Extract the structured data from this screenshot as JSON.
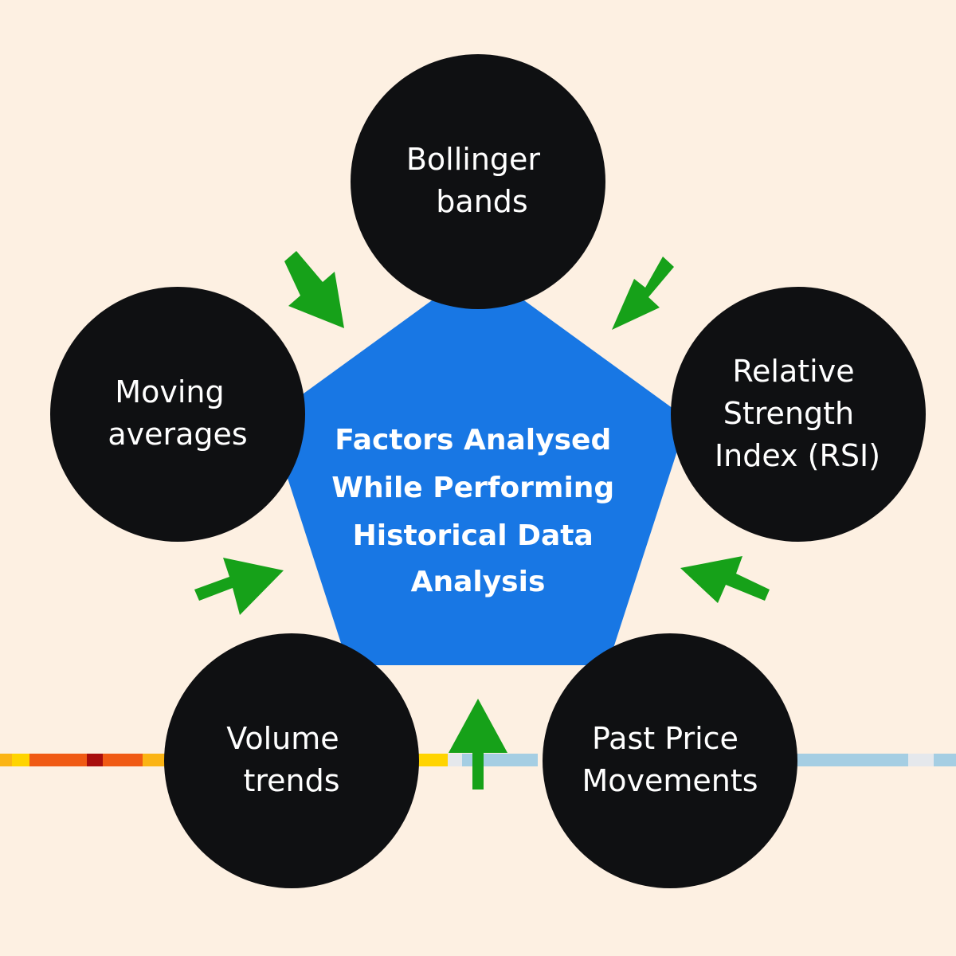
{
  "center": {
    "lines": [
      "Factors Analysed",
      "While Performing",
      "Historical Data",
      "Analysis"
    ],
    "color": "#1877e4"
  },
  "nodes": [
    {
      "id": "bollinger-bands",
      "lines": [
        "Bollinger",
        "bands"
      ]
    },
    {
      "id": "rsi",
      "lines": [
        "Relative",
        "Strength",
        "Index (RSI)"
      ]
    },
    {
      "id": "past-price-movements",
      "lines": [
        "Past Price",
        "Movements"
      ]
    },
    {
      "id": "volume-trends",
      "lines": [
        "Volume",
        "trends"
      ]
    },
    {
      "id": "moving-averages",
      "lines": [
        "Moving",
        "averages"
      ]
    }
  ],
  "colors": {
    "background": "#fdf0e2",
    "node": "#0f1012",
    "arrow": "#16a119",
    "node_text": "#ffffff"
  }
}
